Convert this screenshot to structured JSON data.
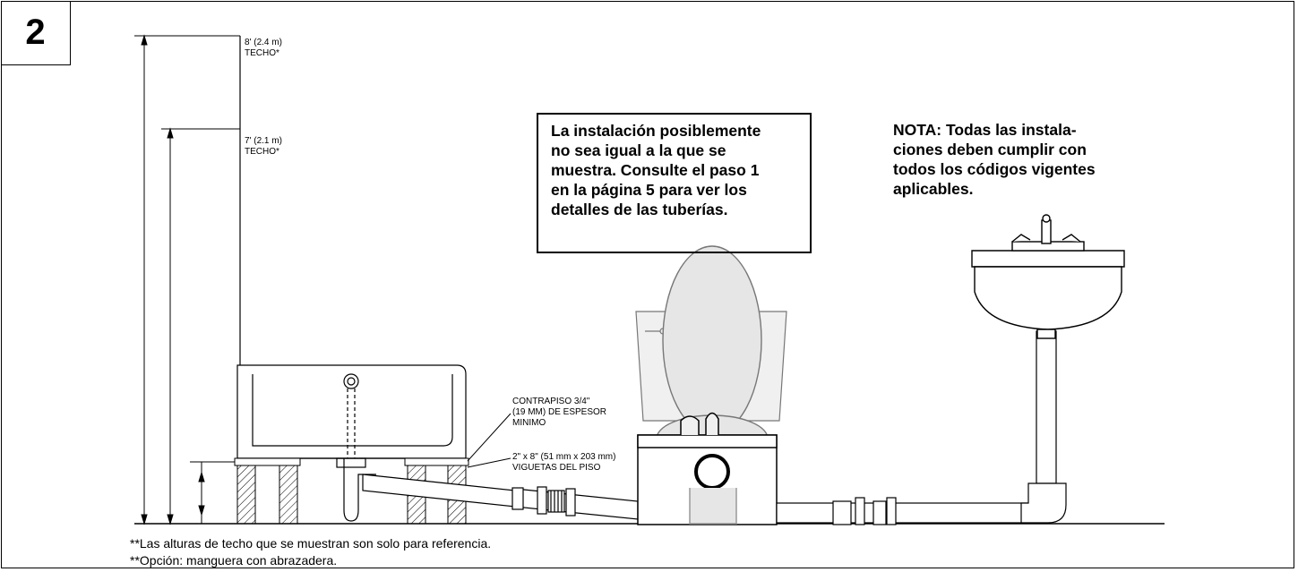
{
  "step_number": "2",
  "heights": {
    "ceiling_8": "8' (2.4 m)\nTECHO*",
    "ceiling_7": "7' (2.1 m)\nTECHO*"
  },
  "labels": {
    "subfloor": "CONTRAPISO 3/4\"\n(19 MM) DE ESPESOR\nMINIMO",
    "joists": "2\" x 8\" (51 mm x 203 mm)\nVIGUETAS DEL PISO"
  },
  "callout": "La instalación posiblemente\nno sea igual a la que se\nmuestra. Consulte el paso 1\nen la página 5 para ver los\ndetalles de las tuberías.",
  "nota": "NOTA: Todas las instala-\nciones deben cumplir con\ntodos los códigos vigentes\naplicables.",
  "footnotes": [
    "**Las alturas de techo que se muestran son solo para referencia.",
    "**Opción: manguera con abrazadera."
  ]
}
